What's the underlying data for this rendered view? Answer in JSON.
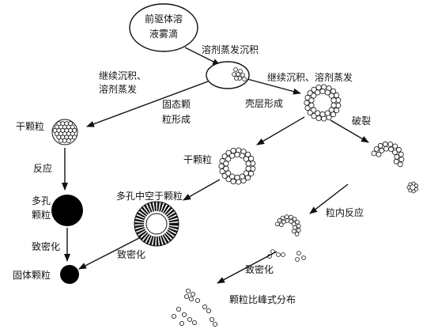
{
  "labels": {
    "precursor_droplet": [
      "前驱体溶",
      "液雾滴"
    ],
    "solvent_evaporation_deposition": "溶剂蒸发沉积",
    "continue_deposition_left": [
      "继续沉积、",
      "溶剂蒸发"
    ],
    "continue_deposition_right": "继续沉积、溶剂蒸发",
    "solid_particle_formation": [
      "固态颗",
      "粒形成"
    ],
    "shell_formation": "壳层形成",
    "dry_particle_left": "干颗粒",
    "dry_particle_mid": "干颗粒",
    "rupture": "破裂",
    "reaction": "反应",
    "porous_particle": [
      "多孔",
      "颗粒"
    ],
    "porous_hollow_over_dry": "多孔中空于颗粒",
    "intraparticle_reaction": "粒内反应",
    "densification_left": "致密化",
    "densification_mid": "致密化",
    "densification_right": "致密化",
    "solid_particle": "固体颗粒",
    "bimodal_distribution": "颗粒比峰式分布"
  }
}
